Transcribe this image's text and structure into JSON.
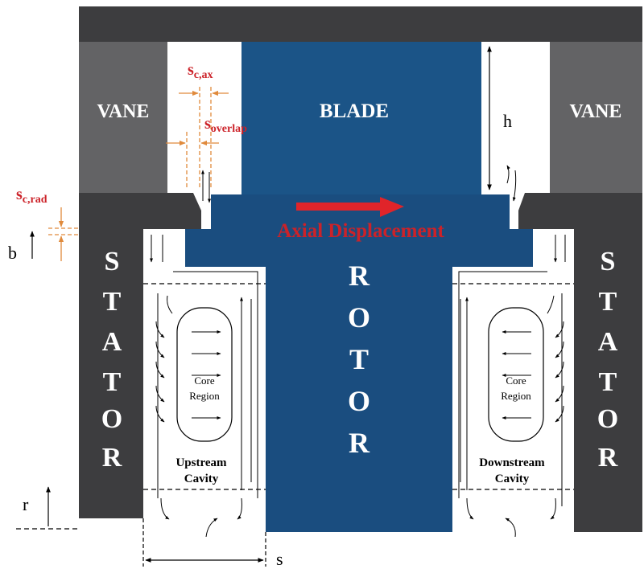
{
  "labels": {
    "vane_left": "VANE",
    "vane_right": "VANE",
    "blade": "BLADE",
    "rotor": [
      "R",
      "O",
      "T",
      "O",
      "R"
    ],
    "stator_left": [
      "S",
      "T",
      "A",
      "T",
      "O",
      "R"
    ],
    "stator_right": [
      "S",
      "T",
      "A",
      "T",
      "O",
      "R"
    ],
    "axial_displacement": "Axial Displacement",
    "core_left": [
      "Core",
      "Region"
    ],
    "core_right": [
      "Core",
      "Region"
    ],
    "upstream_cavity": [
      "Upstream",
      "Cavity"
    ],
    "downstream_cavity": [
      "Downstream",
      "Cavity"
    ],
    "dim_h": "h",
    "dim_b": "b",
    "dim_r": "r",
    "dim_s": "s",
    "s_c_ax_main": "s",
    "s_c_ax_sub": "c,ax",
    "s_overlap_main": "s",
    "s_overlap_sub": "overlap",
    "s_c_rad_main": "s",
    "s_c_rad_sub": "c,rad"
  },
  "colors": {
    "frame": "#3d3d3f",
    "vane": "#636365",
    "blade": "#1b5487",
    "rotor": "#1a4d7f",
    "label_red": "#cc2229",
    "dim_orange": "#e08a3c",
    "arrow_red": "#e0242a"
  }
}
